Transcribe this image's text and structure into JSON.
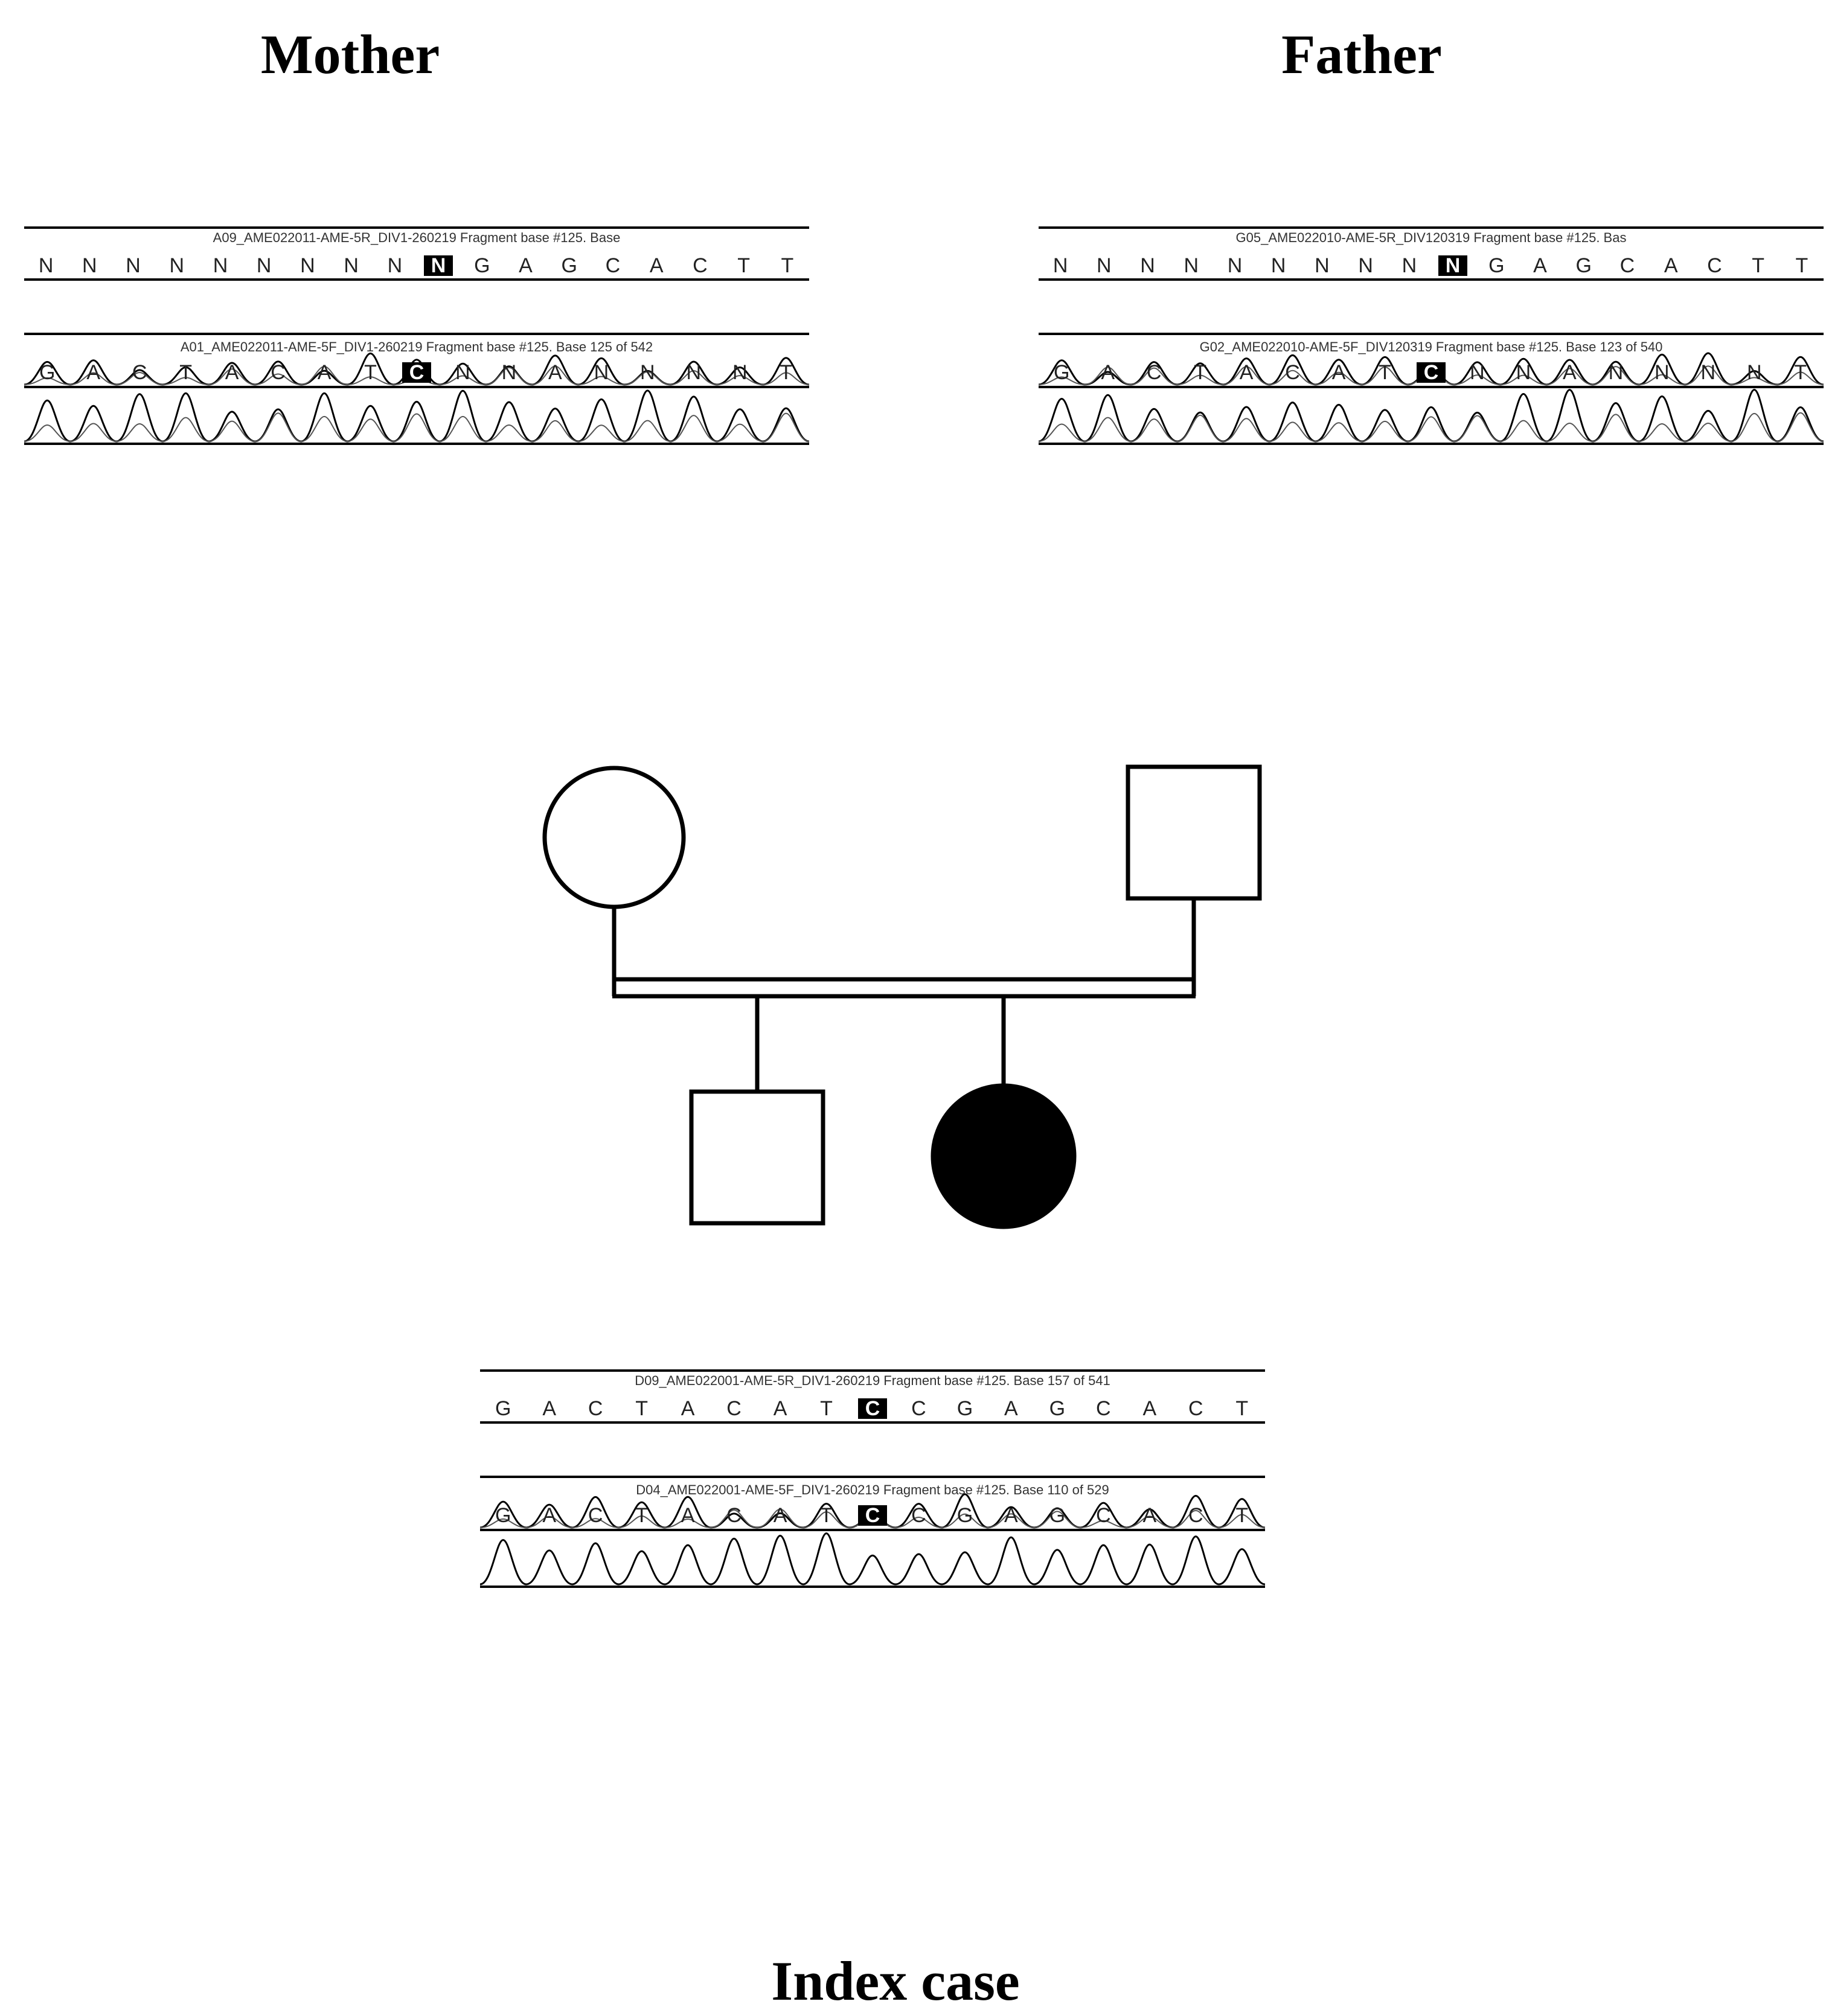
{
  "labels": {
    "mother": "Mother",
    "father": "Father",
    "index_case": "Index case"
  },
  "traces": {
    "mother": {
      "top": {
        "header": "A09_AME022011-AME-5R_DIV1-260219 Fragment base #125. Base",
        "bases": [
          "N",
          "N",
          "N",
          "N",
          "N",
          "N",
          "N",
          "N",
          "N",
          "N",
          "G",
          "A",
          "G",
          "C",
          "A",
          "C",
          "T",
          "T"
        ],
        "highlight_index": 9
      },
      "bottom": {
        "header": "A01_AME022011-AME-5F_DIV1-260219 Fragment base #125. Base 125 of 542",
        "bases": [
          "G",
          "A",
          "C",
          "T",
          "A",
          "C",
          "A",
          "T",
          "C",
          "N",
          "N",
          "A",
          "N",
          "N",
          "N",
          "N",
          "T"
        ],
        "highlight_index": 8
      }
    },
    "father": {
      "top": {
        "header": "G05_AME022010-AME-5R_DIV120319 Fragment base #125. Bas",
        "bases": [
          "N",
          "N",
          "N",
          "N",
          "N",
          "N",
          "N",
          "N",
          "N",
          "N",
          "G",
          "A",
          "G",
          "C",
          "A",
          "C",
          "T",
          "T"
        ],
        "highlight_index": 9
      },
      "bottom": {
        "header": "G02_AME022010-AME-5F_DIV120319 Fragment base #125. Base 123 of 540",
        "bases": [
          "G",
          "A",
          "C",
          "T",
          "A",
          "C",
          "A",
          "T",
          "C",
          "N",
          "N",
          "A",
          "N",
          "N",
          "N",
          "N",
          "T"
        ],
        "highlight_index": 8
      }
    },
    "index_case": {
      "top": {
        "header": "D09_AME022001-AME-5R_DIV1-260219 Fragment base #125. Base 157 of 541",
        "bases": [
          "G",
          "A",
          "C",
          "T",
          "A",
          "C",
          "A",
          "T",
          "C",
          "C",
          "G",
          "A",
          "G",
          "C",
          "A",
          "C",
          "T"
        ],
        "highlight_index": 8
      },
      "bottom": {
        "header": "D04_AME022001-AME-5F_DIV1-260219 Fragment base #125. Base 110 of 529",
        "bases": [
          "G",
          "A",
          "C",
          "T",
          "A",
          "C",
          "A",
          "T",
          "C",
          "C",
          "G",
          "A",
          "G",
          "C",
          "A",
          "C",
          "T"
        ],
        "highlight_index": 8
      }
    }
  },
  "pedigree": {
    "members": [
      {
        "role": "mother",
        "sex": "female",
        "affected": false
      },
      {
        "role": "father",
        "sex": "male",
        "affected": false
      },
      {
        "role": "son",
        "sex": "male",
        "affected": false
      },
      {
        "role": "daughter",
        "sex": "female",
        "affected": true
      }
    ],
    "consanguineous": true
  },
  "colors": {
    "ink": "#000000",
    "trace_secondary": "#555555",
    "background": "#ffffff"
  }
}
